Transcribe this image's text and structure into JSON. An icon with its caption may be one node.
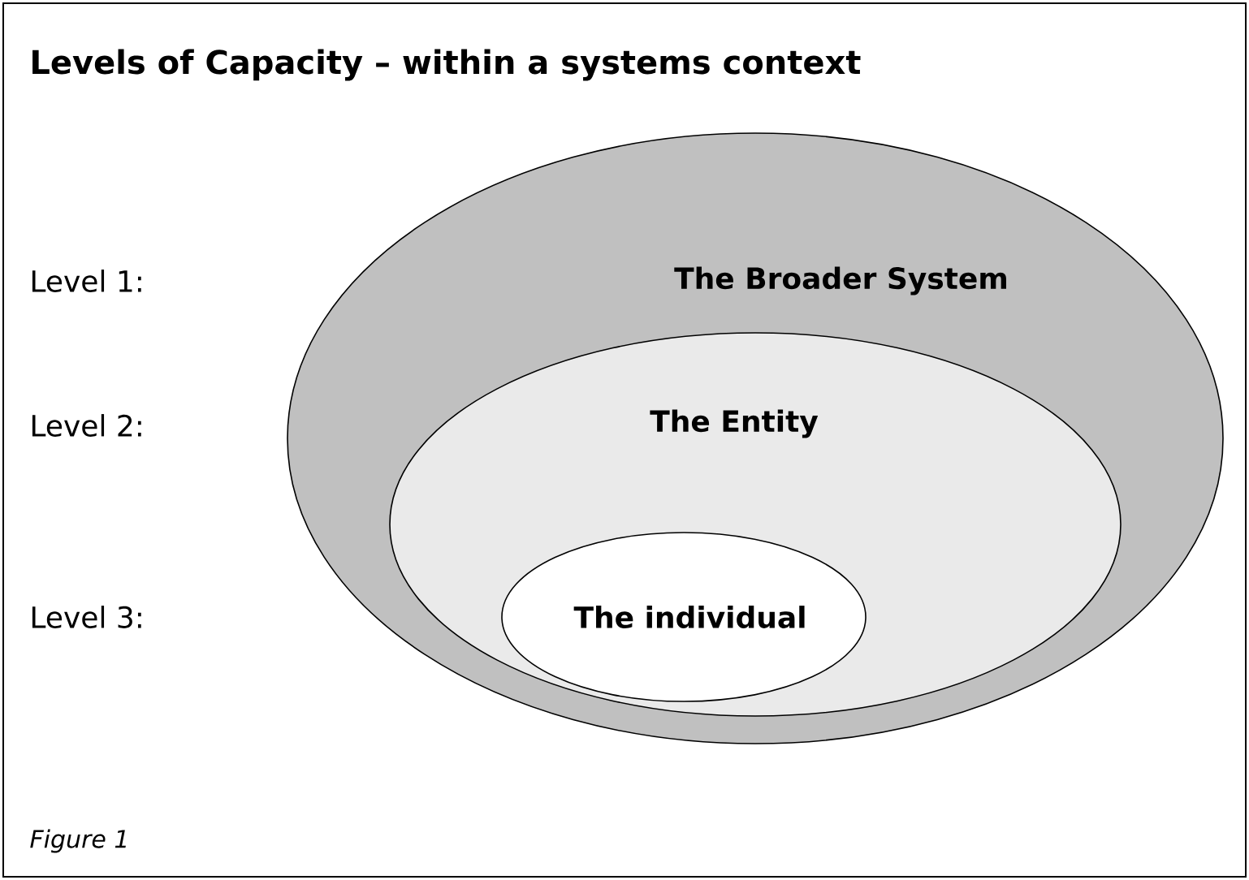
{
  "diagram": {
    "title": "Levels of Capacity – within a systems context",
    "caption": "Figure 1",
    "nodes": [
      {
        "text": [
          "The Broader System"
        ]
      },
      {
        "text": [
          "The Entity"
        ],
        "in": 0
      },
      {
        "text": [
          "The individual"
        ],
        "in": 1
      }
    ],
    "labels": [
      "Level 1:",
      "Level 2:",
      "Level 3:"
    ]
  }
}
